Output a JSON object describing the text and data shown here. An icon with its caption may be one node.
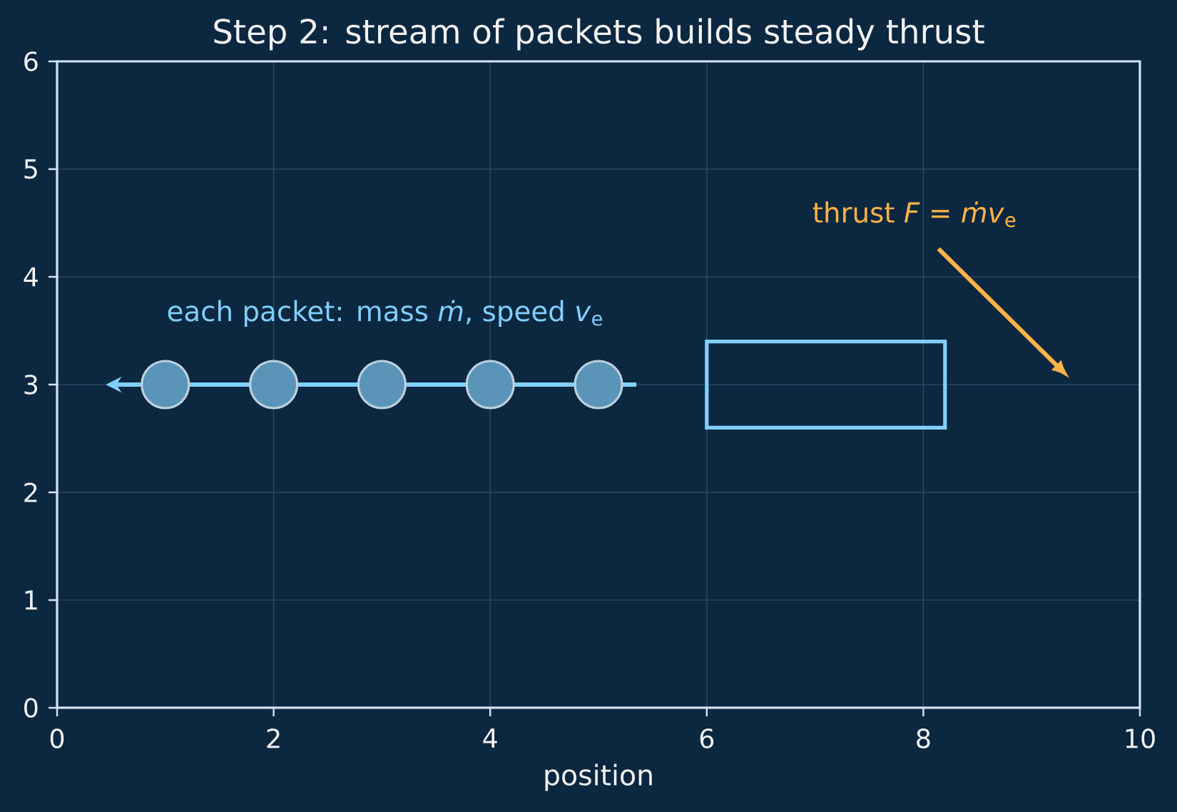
{
  "diagram": {
    "title": "Step 2: stream of packets builds steady thrust",
    "nodes": [
      {
        "text": [],
        "shape": "box"
      }
    ],
    "labels": [
      "each packet: mass *ṁ*, speed *v*$_{e}$",
      "thrust *F* = *ṁv*$_{e}$"
    ],
    "chart_data": {
      "type": "scatter",
      "xlabel": "position",
      "x": [
        1,
        2,
        3,
        4,
        5
      ],
      "series": [
        {
          "color": "#5a94b8",
          "values": [
            3,
            3,
            3,
            3,
            3
          ]
        }
      ],
      "xlim": [
        0,
        10
      ],
      "ylim": [
        0,
        6
      ],
      "xticks": [
        0,
        2,
        4,
        6,
        8,
        10
      ],
      "yticks": [
        0,
        1,
        2,
        3,
        4,
        5,
        6
      ],
      "grid": true
    }
  }
}
